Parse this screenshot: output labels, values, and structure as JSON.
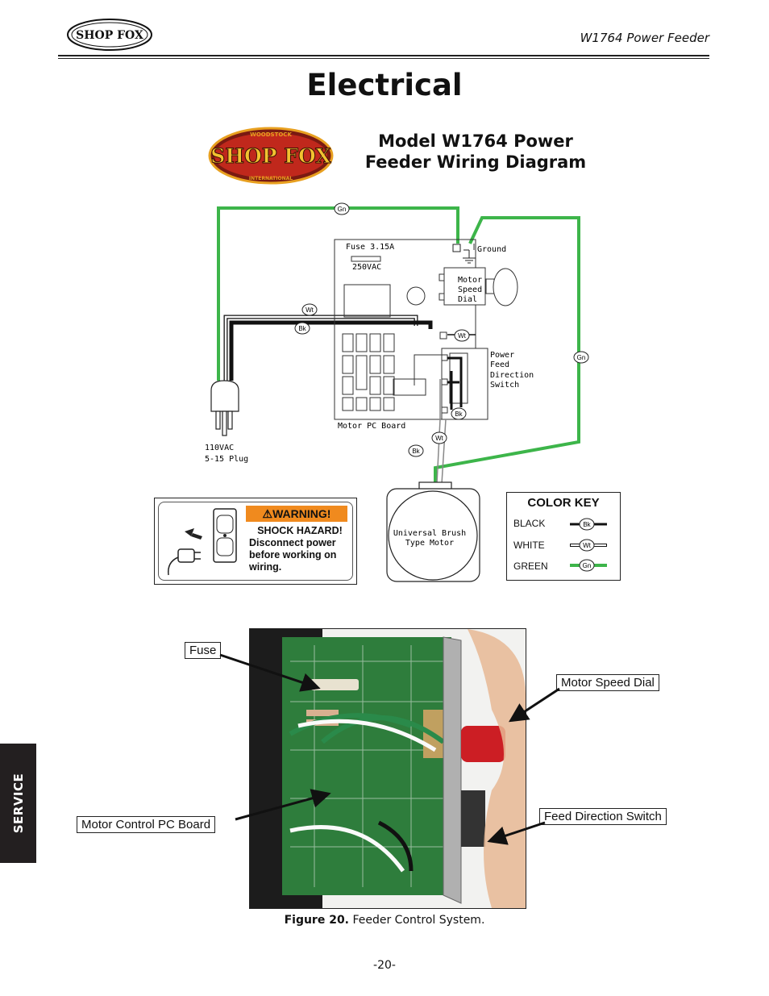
{
  "header": {
    "logo_text": "SHOP FOX",
    "logo_ring_top": "WOODSTOCK",
    "logo_ring_bottom": "INTERNATIONAL",
    "model_title": "W1764 Power Feeder"
  },
  "page_title": "Electrical",
  "diagram": {
    "title_line1": "Model W1764 Power",
    "title_line2": "Feeder Wiring Diagram",
    "labels": {
      "fuse": "Fuse 3.15A",
      "fuse_voltage": "250VAC",
      "ground": "Ground",
      "motor_speed_dial_1": "Motor",
      "motor_speed_dial_2": "Speed",
      "motor_speed_dial_3": "Dial",
      "direction_switch_1": "Power",
      "direction_switch_2": "Feed",
      "direction_switch_3": "Direction",
      "direction_switch_4": "Switch",
      "pc_board": "Motor PC Board",
      "plug_1": "110VAC",
      "plug_2": "5-15 Plug",
      "motor_1": "Universal Brush",
      "motor_2": "Type Motor"
    },
    "wire_tags": {
      "gn": "Gn",
      "wt": "Wt",
      "bk": "Bk"
    },
    "colors": {
      "green": "#3db54a",
      "black": "#111111",
      "white": "#ffffff"
    }
  },
  "warning": {
    "header": "WARNING!",
    "line1": "SHOCK HAZARD!",
    "line2": "Disconnect power",
    "line3": "before working on",
    "line4": "wiring.",
    "color": "#f08a1e"
  },
  "color_key": {
    "title": "COLOR KEY",
    "items": [
      {
        "label": "BLACK",
        "tag": "Bk"
      },
      {
        "label": "WHITE",
        "tag": "Wt"
      },
      {
        "label": "GREEN",
        "tag": "Gn"
      }
    ]
  },
  "photo": {
    "callouts": {
      "fuse": "Fuse",
      "motor_speed_dial": "Motor Speed Dial",
      "pc_board": "Motor Control PC Board",
      "feed_direction_switch": "Feed Direction Switch"
    }
  },
  "figure_caption": {
    "label": "Figure 20.",
    "text": " Feeder Control System."
  },
  "page_number": "-20-",
  "side_tab": "SERVICE"
}
